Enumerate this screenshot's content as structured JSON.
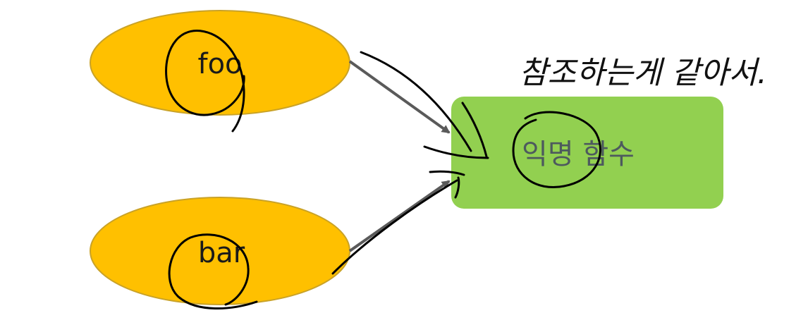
{
  "diagram": {
    "nodes": [
      {
        "id": "foo",
        "label": "foo"
      },
      {
        "id": "bar",
        "label": "bar"
      }
    ],
    "target": {
      "label": "익명 함수"
    },
    "annotation": {
      "text": "참조하는게 같아서."
    },
    "colors": {
      "ellipse_fill": "#ffc000",
      "ellipse_stroke": "#c9a227",
      "box_fill": "#92d050",
      "arrow": "#5a5a5a",
      "ink": "#000000"
    }
  }
}
